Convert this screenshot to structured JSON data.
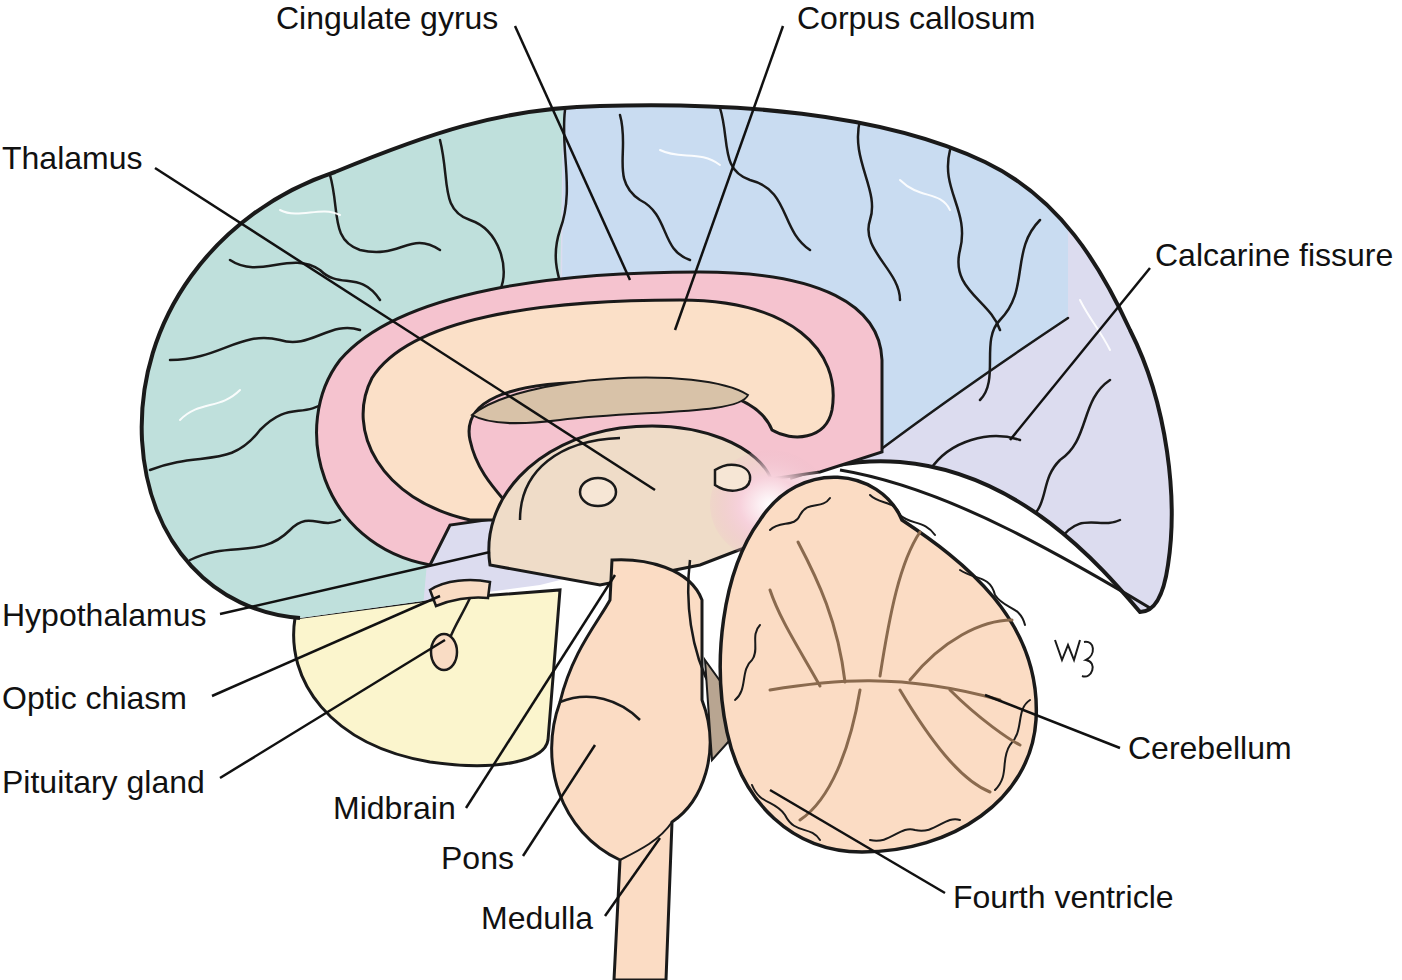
{
  "diagram": {
    "labels": [
      "Cingulate gyrus",
      "Corpus callosum",
      "Thalamus",
      "Calcarine fissure",
      "Hypothalamus",
      "Optic chiasm",
      "Pituitary gland",
      "Midbrain",
      "Pons",
      "Medulla",
      "Cerebellum",
      "Fourth ventricle"
    ]
  }
}
